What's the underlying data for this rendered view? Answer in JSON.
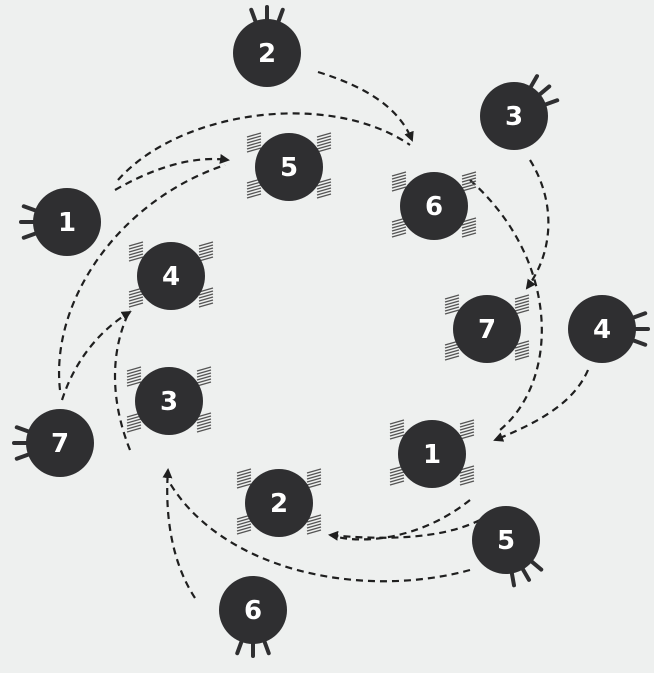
{
  "colors": {
    "background": "#eef0ef",
    "disc": "#2f2f31",
    "label": "#ffffff",
    "arrow": "#1f1f1f",
    "hatch": "#555555"
  },
  "outer_ring": {
    "description_free": true,
    "nodes": [
      {
        "label": "1"
      },
      {
        "label": "2"
      },
      {
        "label": "3"
      },
      {
        "label": "4"
      },
      {
        "label": "5"
      },
      {
        "label": "6"
      },
      {
        "label": "7"
      }
    ]
  },
  "inner_ring": {
    "nodes": [
      {
        "label": "1"
      },
      {
        "label": "2"
      },
      {
        "label": "3"
      },
      {
        "label": "4"
      },
      {
        "label": "5"
      },
      {
        "label": "6"
      },
      {
        "label": "7"
      }
    ]
  }
}
